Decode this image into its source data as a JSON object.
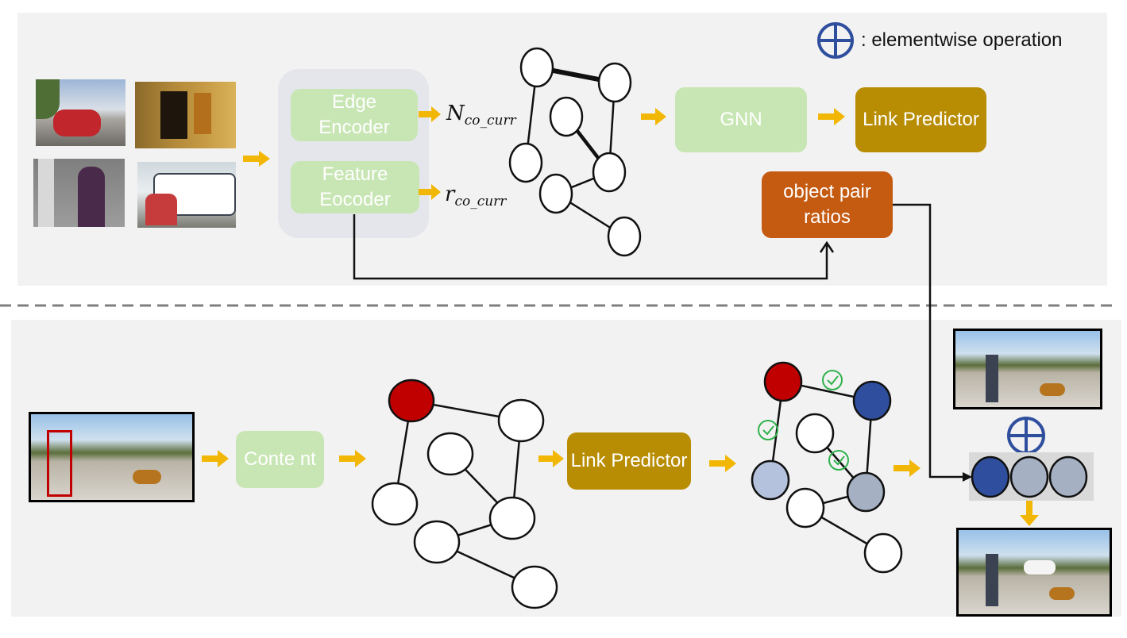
{
  "legend": {
    "symbol": "circled-plus-icon",
    "text": ": elementwise operation"
  },
  "top": {
    "edge_encoder": "Edge Encoder",
    "feature_encoder": "Feature Eocoder",
    "n_symbol": "N",
    "n_sub": "co_curr",
    "r_symbol": "r",
    "r_sub": "co_curr",
    "gnn": "GNN",
    "link_predictor": "Link Predictor",
    "object_pair": "object pair ratios"
  },
  "bottom": {
    "content": "Conte nt",
    "link_predictor": "Link Predictor"
  },
  "colors": {
    "arrow": "#f2b705",
    "green_box": "#c8e6b4",
    "gold_box": "#b88d04",
    "orange_box": "#c55a11",
    "red_node": "#c00000",
    "blue_node": "#2f4f9e",
    "light_blue_node": "#b4c2dd",
    "gray_node": "#a6b0c3",
    "check": "#2fb24c",
    "panel": "#f2f2f2"
  }
}
